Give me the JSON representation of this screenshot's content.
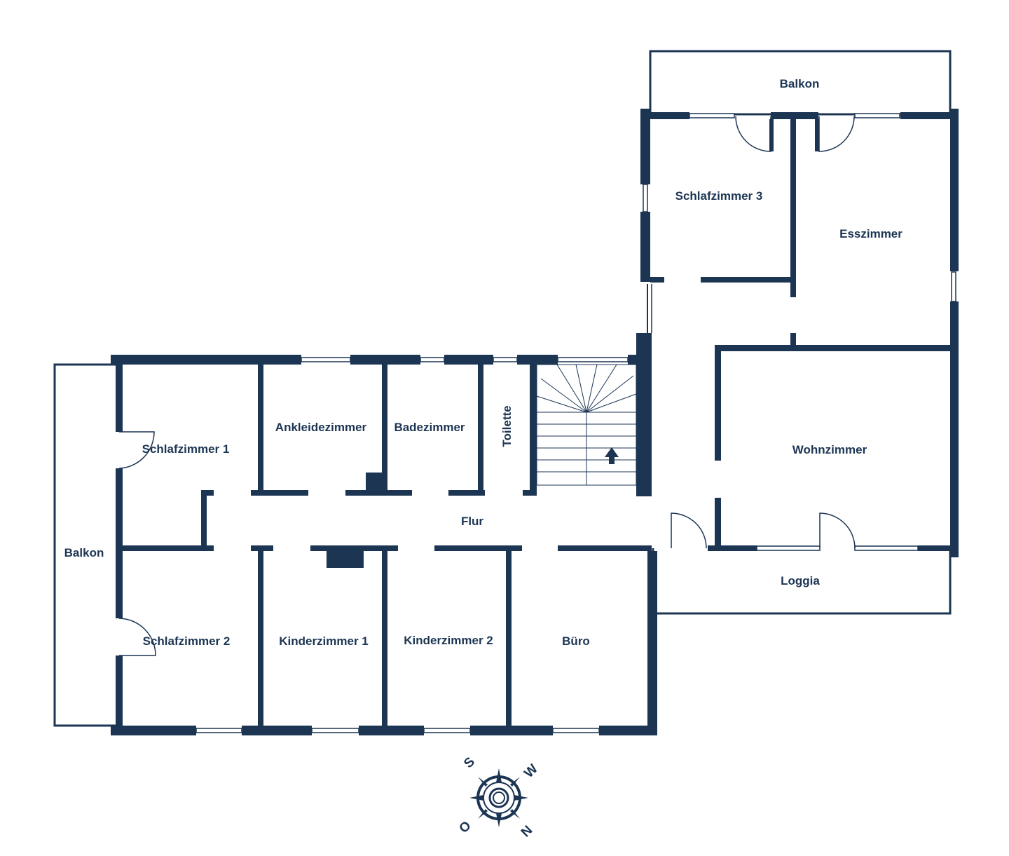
{
  "colors": {
    "wall": "#1c3553",
    "line": "#1c3553",
    "background": "#ffffff"
  },
  "rooms": {
    "balkon_top": "Balkon",
    "schlafzimmer3": "Schlafzimmer 3",
    "esszimmer": "Esszimmer",
    "wohnzimmer": "Wohnzimmer",
    "loggia": "Loggia",
    "balkon_left": "Balkon",
    "schlafzimmer1": "Schlafzimmer 1",
    "ankleidezimmer": "Ankleidezimmer",
    "badezimmer": "Badezimmer",
    "toilette": "Toilette",
    "flur": "Flur",
    "schlafzimmer2": "Schlafzimmer 2",
    "kinderzimmer1": "Kinderzimmer 1",
    "kinderzimmer2": "Kinderzimmer 2",
    "buero": "Büro"
  },
  "compass": {
    "north": "N",
    "south": "S",
    "east": "O",
    "west": "W",
    "icon": "compass-rose-icon"
  },
  "icons": {
    "stairs": "staircase-icon",
    "arrow": "stair-direction-arrow-icon"
  }
}
